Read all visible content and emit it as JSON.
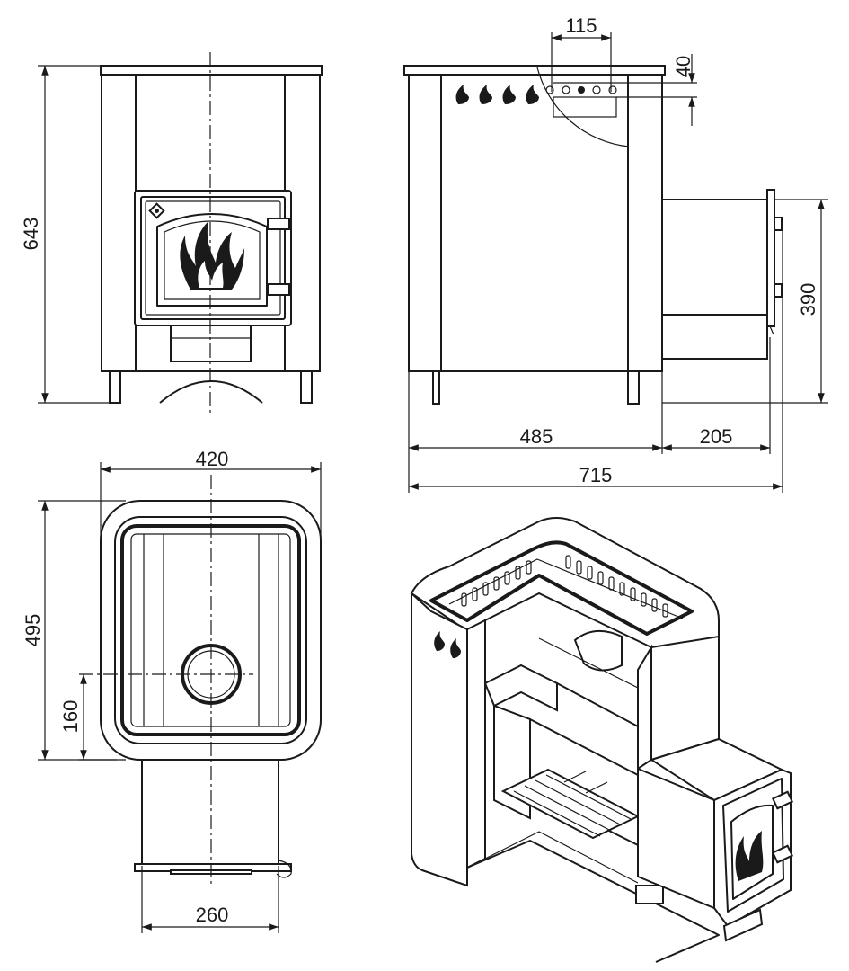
{
  "dimensions": {
    "height_total": "643",
    "top_offset_width": "115",
    "top_offset_height": "40",
    "tank_height": "390",
    "body_depth": "485",
    "tank_depth": "205",
    "total_depth": "715",
    "body_width": "420",
    "body_length": "495",
    "flue_offset": "160",
    "tank_width": "260"
  },
  "colors": {
    "line": "#1a1a1a",
    "background": "#ffffff"
  },
  "icons": [
    "flame-icon",
    "diamond-logo-icon"
  ]
}
